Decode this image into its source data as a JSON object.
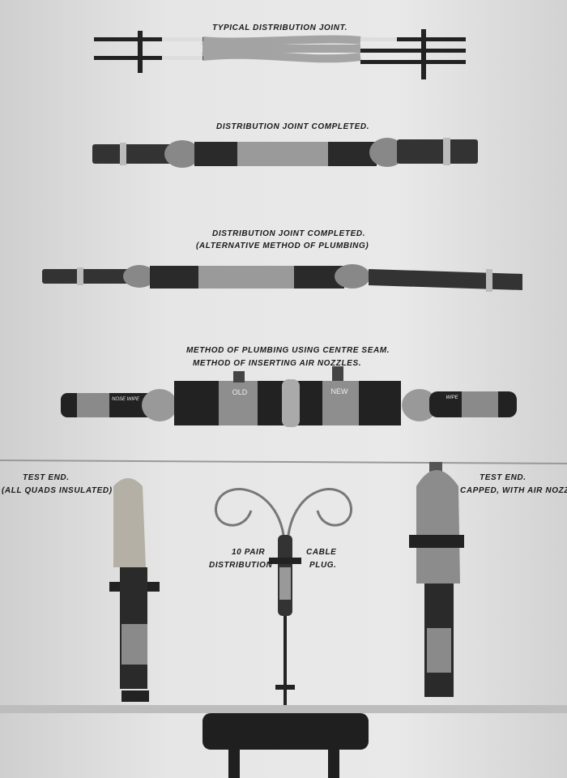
{
  "labels": {
    "typical": "TYPICAL DISTRIBUTION JOINT.",
    "completed": "DISTRIBUTION JOINT COMPLETED.",
    "alt_1": "DISTRIBUTION JOINT COMPLETED.",
    "alt_2": "(ALTERNATIVE METHOD OF PLUMBING)",
    "seam_1": "METHOD OF PLUMBING USING CENTRE SEAM.",
    "seam_2": "METHOD OF INSERTING AIR NOZZLES.",
    "test_left_1": "TEST END.",
    "test_left_2": "(ALL QUADS INSULATED)",
    "plug_1": "10 PAIR",
    "plug_2": "CABLE",
    "plug_3": "DISTRIBUTION",
    "plug_4": "PLUG.",
    "test_right_1": "TEST END.",
    "test_right_2": "CAPPED, WITH AIR NOZZLE)"
  },
  "object_marks": {
    "old": "OLD",
    "new": "NEW",
    "wipe_left": "NOSE WIPE",
    "wipe_right": "WIPE"
  }
}
